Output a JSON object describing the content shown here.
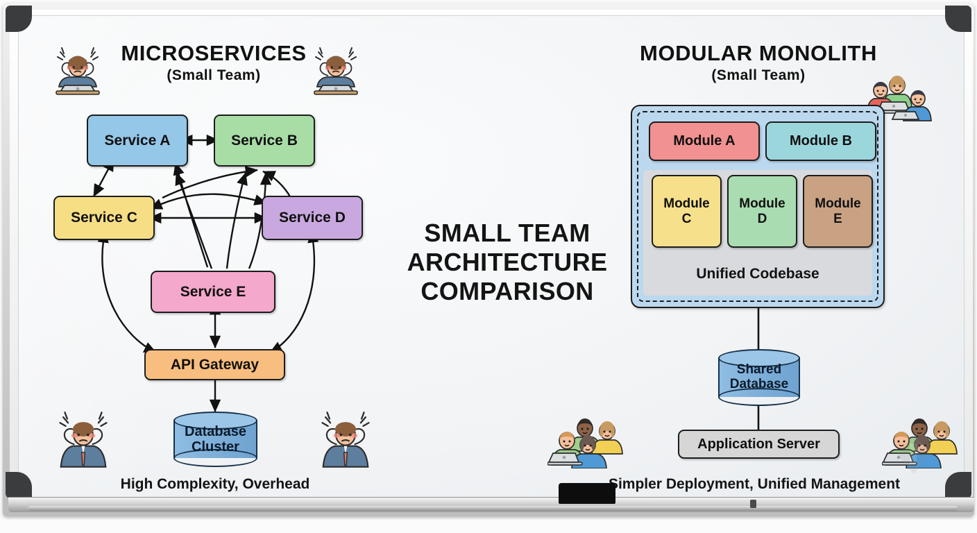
{
  "board": {
    "center_title_lines": [
      "SMALL TEAM",
      "ARCHITECTURE",
      "COMPARISON"
    ]
  },
  "left_panel": {
    "title": "MICROSERVICES",
    "subtitle": "(Small Team)",
    "caption": "High Complexity, Overhead",
    "nodes": [
      {
        "id": "service-a",
        "label": "Service A",
        "color": "#94C7E8"
      },
      {
        "id": "service-b",
        "label": "Service B",
        "color": "#A9DDA6"
      },
      {
        "id": "service-c",
        "label": "Service C",
        "color": "#F6DE85"
      },
      {
        "id": "service-d",
        "label": "Service D",
        "color": "#C9A8DF"
      },
      {
        "id": "service-e",
        "label": "Service E",
        "color": "#F4A8CB"
      },
      {
        "id": "api-gateway",
        "label": "API Gateway",
        "color": "#F8BE7F"
      }
    ],
    "database": {
      "label_line1": "Database",
      "label_line2": "Cluster",
      "color": "#7FB0DA"
    },
    "people_icons": [
      "stressed-developer",
      "stressed-developer",
      "stressed-developer",
      "stressed-developer"
    ]
  },
  "right_panel": {
    "title": "MODULAR MONOLITH",
    "subtitle": "(Small Team)",
    "caption": "Simpler Deployment, Unified Management",
    "container_color": "#BCD8EE",
    "codebase_label": "Unified Codebase",
    "codebase_color": "#D8DADE",
    "modules_top": [
      {
        "id": "module-a",
        "label": "Module A",
        "color": "#F19191"
      },
      {
        "id": "module-b",
        "label": "Module B",
        "color": "#9BD6DD"
      }
    ],
    "modules_bottom": [
      {
        "id": "module-c",
        "label_line1": "Module",
        "label_line2": "C",
        "color": "#F7E08C"
      },
      {
        "id": "module-d",
        "label_line1": "Module",
        "label_line2": "D",
        "color": "#A9DDB1"
      },
      {
        "id": "module-e",
        "label_line1": "Module",
        "label_line2": "E",
        "color": "#C9A283"
      }
    ],
    "database": {
      "label_line1": "Shared",
      "label_line2": "Database",
      "color": "#7FB0DA"
    },
    "app_server": {
      "label": "Application Server",
      "color": "#D6D6D6"
    },
    "people_icons": [
      "happy-team",
      "happy-team",
      "happy-team"
    ]
  }
}
